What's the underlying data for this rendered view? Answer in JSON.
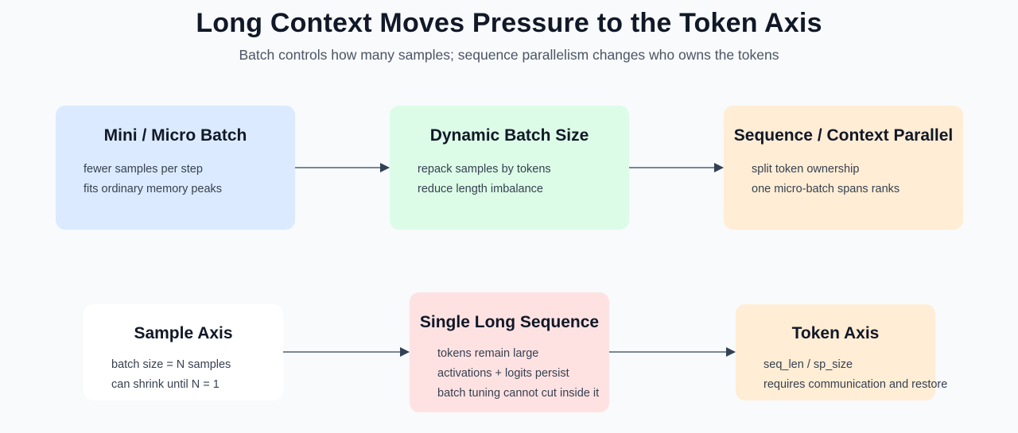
{
  "header": {
    "title": "Long Context Moves Pressure to the Token Axis",
    "subtitle": "Batch controls how many samples; sequence parallelism changes who owns the tokens"
  },
  "top_row": [
    {
      "title": "Mini / Micro Batch",
      "color": "#dbeafe",
      "lines": [
        "fewer samples per step",
        "fits ordinary memory peaks"
      ]
    },
    {
      "title": "Dynamic Batch Size",
      "color": "#dcfce7",
      "lines": [
        "repack samples by tokens",
        "reduce length imbalance"
      ]
    },
    {
      "title": "Sequence / Context Parallel",
      "color": "#ffedd5",
      "lines": [
        "split token ownership",
        "one micro-batch spans ranks"
      ]
    }
  ],
  "bottom_row": [
    {
      "title": "Sample Axis",
      "color": "#ffffff",
      "lines": [
        "batch size = N samples",
        "can shrink until N = 1"
      ]
    },
    {
      "title": "Single Long Sequence",
      "color": "#fee2e2",
      "lines": [
        "tokens remain large",
        "activations + logits persist",
        "batch tuning cannot cut inside it"
      ]
    },
    {
      "title": "Token Axis",
      "color": "#ffedd5",
      "lines": [
        "seq_len / sp_size",
        "requires communication and restore"
      ]
    }
  ],
  "colors": {
    "background": "#f8fafc",
    "arrow": "#334155"
  }
}
